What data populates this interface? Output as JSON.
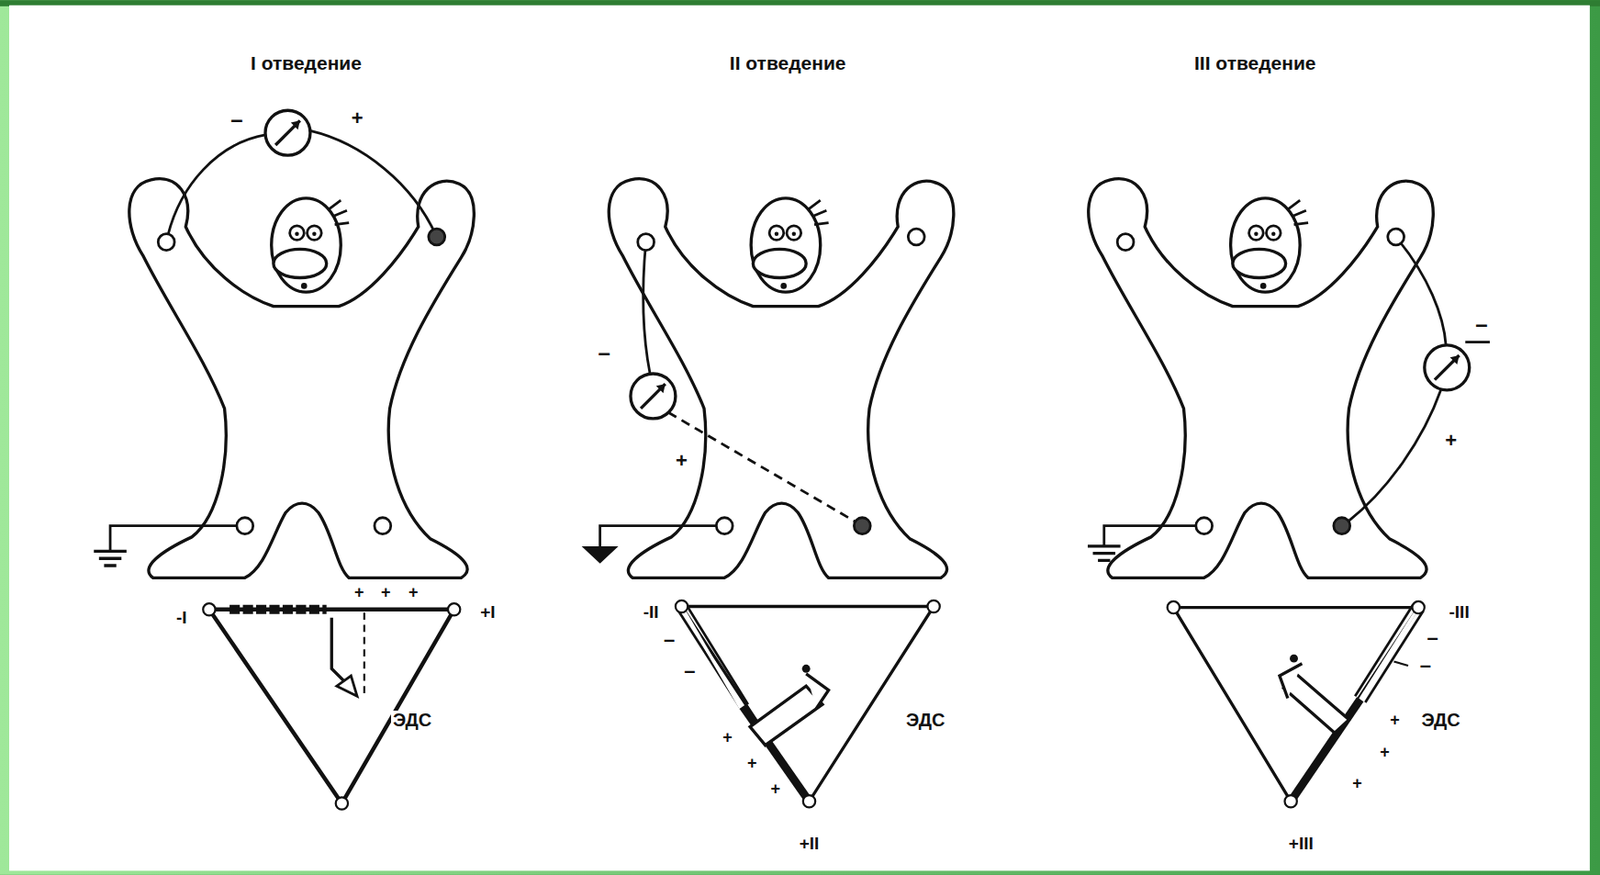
{
  "diagram": {
    "labels": [
      "I отведение",
      "–",
      "+",
      "-I",
      "+I",
      "+",
      "+",
      "+",
      "ЭДС",
      "II отведение",
      "–",
      "+",
      "-II",
      "–",
      "–",
      "+",
      "+",
      "+",
      "ЭДС",
      "+II",
      "III отведение",
      "–",
      "+",
      "-III",
      "–",
      "–",
      "ЭДС",
      "+",
      "+",
      "+",
      "+III"
    ]
  }
}
